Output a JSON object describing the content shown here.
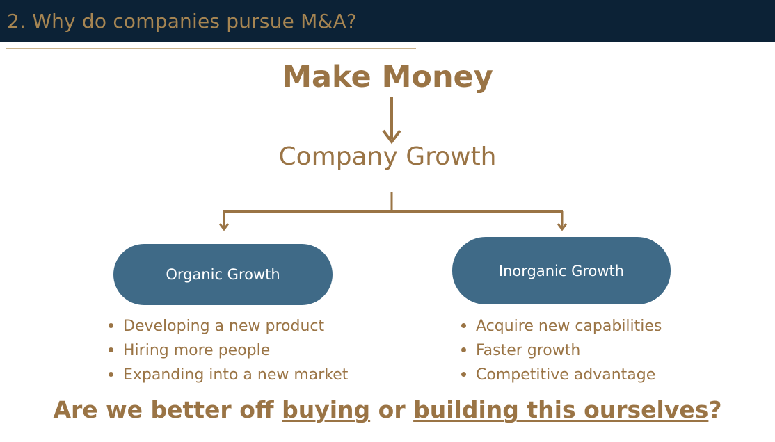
{
  "header": {
    "title": "2. Why do companies pursue M&A?"
  },
  "diagram": {
    "top": "Make Money",
    "middle": "Company Growth",
    "left_pill": "Organic Growth",
    "right_pill": "Inorganic Growth",
    "left_bullets": [
      "Developing a new product",
      "Hiring more people",
      "Expanding into a new market"
    ],
    "right_bullets": [
      "Acquire new capabilities",
      "Faster growth",
      "Competitive advantage"
    ]
  },
  "question": {
    "part1": "Are we better off ",
    "buying": "buying",
    "part2": " or ",
    "building": "building this ourselves",
    "part3": "?"
  },
  "colors": {
    "header_bg": "#0c2236",
    "gold": "#9a7445",
    "pill_bg": "#3f6a87"
  }
}
